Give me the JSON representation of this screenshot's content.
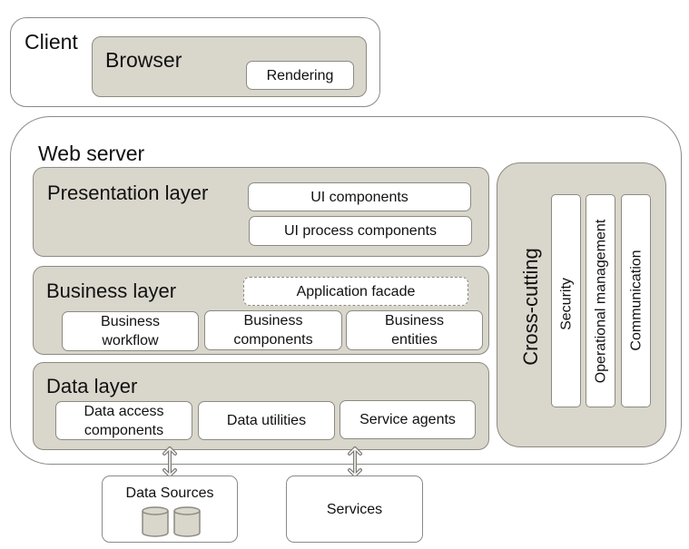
{
  "client": {
    "title": "Client",
    "browser": {
      "title": "Browser",
      "rendering": "Rendering"
    }
  },
  "web_server": {
    "title": "Web server",
    "presentation": {
      "title": "Presentation layer",
      "ui_components": "UI components",
      "ui_process_components": "UI process components"
    },
    "business": {
      "title": "Business layer",
      "facade": "Application facade",
      "workflow": "Business workflow",
      "components": "Business components",
      "entities": "Business entities"
    },
    "data": {
      "title": "Data layer",
      "access": "Data access components",
      "utilities": "Data utilities",
      "agents": "Service agents"
    },
    "cross_cutting": {
      "title": "Cross-cutting",
      "security": "Security",
      "operational": "Operational management",
      "communication": "Communication"
    }
  },
  "external": {
    "data_sources": "Data Sources",
    "services": "Services"
  },
  "colors": {
    "layer_fill": "#d9d6cc",
    "border": "#8c8a82"
  }
}
